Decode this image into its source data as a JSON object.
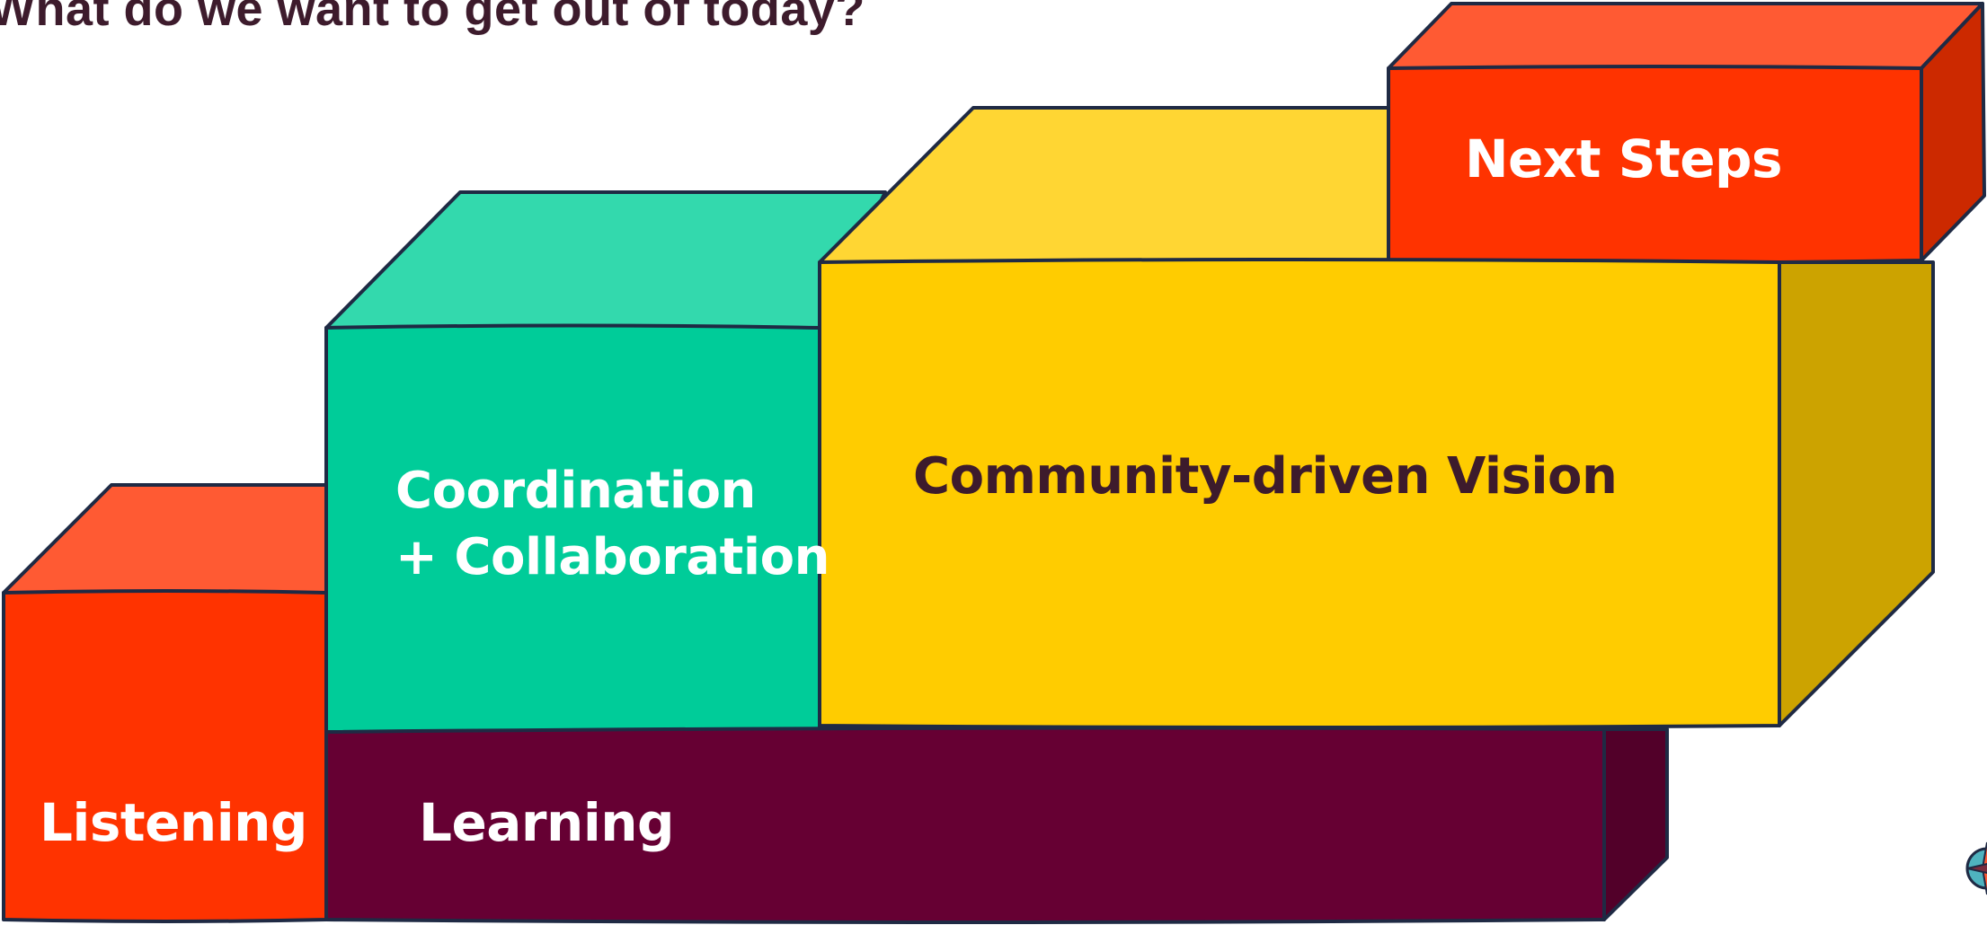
{
  "title": "What do we want to get out of today?",
  "blocks": {
    "listening": {
      "label": "Listening",
      "front": "#ff3300",
      "top": "#ff5a33",
      "text_color": "#ffffff"
    },
    "learning": {
      "label": "Learning",
      "front": "#660033",
      "side": "#520029",
      "text_color": "#ffffff"
    },
    "coordination": {
      "line1": "Coordination",
      "line2": "+ Collaboration",
      "front": "#00cc99",
      "top": "#33d9ad",
      "text_color": "#ffffff"
    },
    "community": {
      "label": "Community-driven Vision",
      "front": "#ffcc00",
      "top": "#ffd633",
      "side": "#cca300",
      "text_color": "#3d1b2c"
    },
    "next_steps": {
      "label": "Next Steps",
      "front": "#ff3300",
      "top": "#ff5a33",
      "side": "#cc2900",
      "text_color": "#ffffff"
    }
  },
  "colors": {
    "outline": "#1f2a44",
    "title": "#3d1b2c"
  },
  "icons": {
    "logo": "compass-logo-icon"
  }
}
